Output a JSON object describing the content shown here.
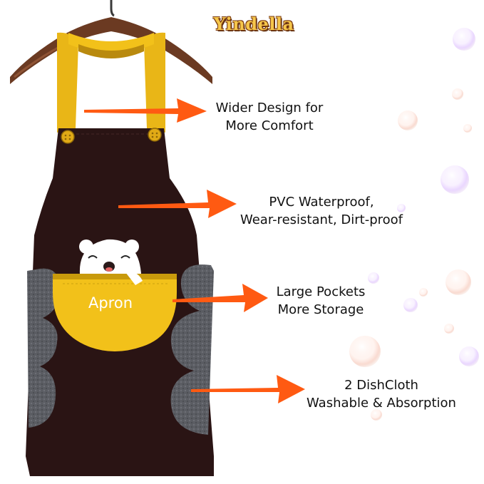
{
  "brand": {
    "name": "Yindella"
  },
  "product": {
    "pocket_label": "Apron",
    "colors": {
      "apron_body": "#2a1414",
      "straps_and_pocket": "#f2c11a",
      "dishcloth": "#5b5d63",
      "arrow": "#ff5a12",
      "hanger": "#6b3a22"
    },
    "icons": [
      "hanger-icon",
      "bear-face-icon",
      "button-icon",
      "bubble-icon"
    ]
  },
  "callouts": [
    {
      "line1": "Wider Design for",
      "line2": "More Comfort"
    },
    {
      "line1": "PVC Waterproof,",
      "line2": "Wear-resistant, Dirt-proof"
    },
    {
      "line1": "Large Pockets",
      "line2": "More Storage"
    },
    {
      "line1": "2 DishCloth",
      "line2": "Washable & Absorption"
    }
  ]
}
